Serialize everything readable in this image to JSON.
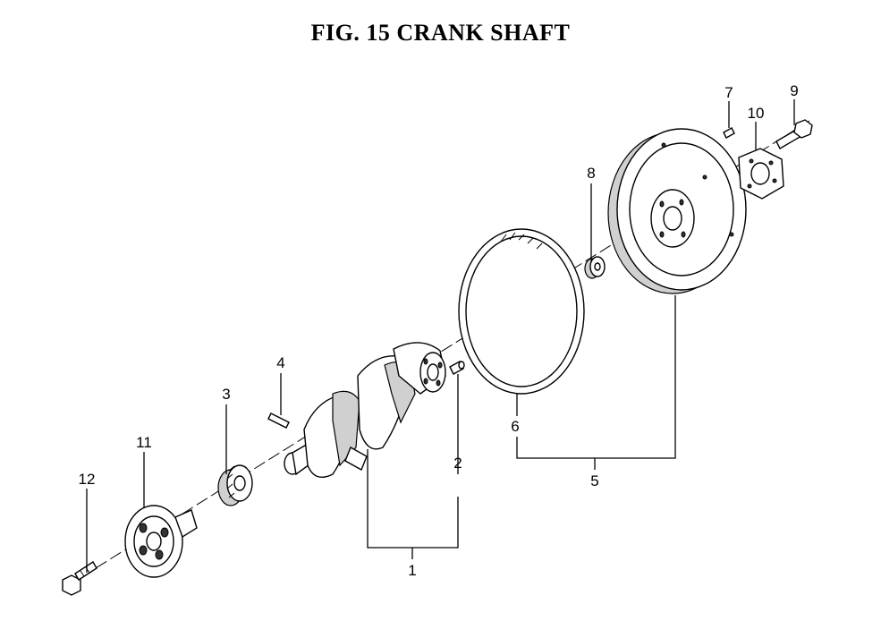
{
  "figure": {
    "title": "FIG. 15  CRANK SHAFT"
  },
  "callouts": {
    "c1": "1",
    "c2": "2",
    "c3": "3",
    "c4": "4",
    "c5": "5",
    "c6": "6",
    "c7": "7",
    "c8": "8",
    "c9": "9",
    "c10": "10",
    "c11": "11",
    "c12": "12"
  }
}
